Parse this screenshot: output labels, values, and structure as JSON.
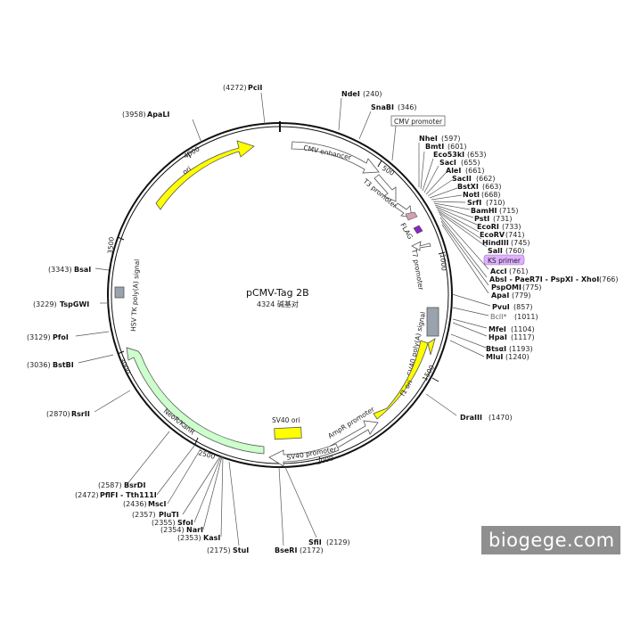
{
  "plasmid": {
    "name": "pCMV-Tag 2B",
    "size_label": "4324 碱基对"
  },
  "ticks": [
    "500",
    "1000",
    "1500",
    "2000",
    "2500",
    "3000",
    "3500",
    "4000"
  ],
  "features": {
    "cmv_promoter": "CMV promoter",
    "cmv_enhancer": "CMV enhancer",
    "t3_promoter": "T3 promoter",
    "flag": "FLAG",
    "t7_promoter": "T7 promoter",
    "ks_primer": "KS primer",
    "sv40_polya": "SV40 poly(A) signal",
    "f1_ori": "f1 ori",
    "sv40_ori": "SV40 ori",
    "ampr_promoter": "AmpR promoter",
    "sv40_promoter": "SV40 promoter",
    "neo_kan": "NeoR/KanR",
    "hsv_tk_polya": "HSV TK poly(A) signal",
    "ori": "ori"
  },
  "sites": {
    "pcii": {
      "name": "PciI",
      "pos": "(4272)"
    },
    "ndei": {
      "name": "NdeI",
      "pos": "(240)"
    },
    "snabi": {
      "name": "SnaBI",
      "pos": "(346)"
    },
    "apali": {
      "name": "ApaLI",
      "pos": "(3958)"
    },
    "nhei": {
      "name": "NheI",
      "pos": "(597)"
    },
    "bmti": {
      "name": "BmtI",
      "pos": "(601)"
    },
    "eco53ki": {
      "name": "Eco53kI",
      "pos": "(653)"
    },
    "saci": {
      "name": "SacI",
      "pos": "(655)"
    },
    "alei": {
      "name": "AleI",
      "pos": "(661)"
    },
    "sacii": {
      "name": "SacII",
      "pos": "(662)"
    },
    "bstxi": {
      "name": "BstXI",
      "pos": "(663)"
    },
    "noti": {
      "name": "NotI",
      "pos": "(668)"
    },
    "srfi": {
      "name": "SrfI",
      "pos": "(710)"
    },
    "bamhi": {
      "name": "BamHI",
      "pos": "(715)"
    },
    "psti": {
      "name": "PstI",
      "pos": "(731)"
    },
    "ecori": {
      "name": "EcoRI",
      "pos": "(733)"
    },
    "ecorv": {
      "name": "EcoRV",
      "pos": "(741)"
    },
    "hindiii": {
      "name": "HindIII",
      "pos": "(745)"
    },
    "sali": {
      "name": "SalI",
      "pos": "(760)"
    },
    "acci": {
      "name": "AccI",
      "pos": "(761)"
    },
    "absi": {
      "name": "AbsI - PaeR7I - PspXI - XhoI",
      "pos": "(766)"
    },
    "pspomi": {
      "name": "PspOMI",
      "pos": "(775)"
    },
    "apai": {
      "name": "ApaI",
      "pos": "(779)"
    },
    "pvui": {
      "name": "PvuI",
      "pos": "(857)"
    },
    "bcli": {
      "name": "BclI*",
      "pos": "(1011)"
    },
    "mfei": {
      "name": "MfeI",
      "pos": "(1104)"
    },
    "hpai": {
      "name": "HpaI",
      "pos": "(1117)"
    },
    "bstei": {
      "name": "BtsαI",
      "pos": "(1193)"
    },
    "mlui": {
      "name": "MluI",
      "pos": "(1240)"
    },
    "draiii": {
      "name": "DraIII",
      "pos": "(1470)"
    },
    "bsai": {
      "name": "BsaI",
      "pos": "(3343)"
    },
    "tspgwi": {
      "name": "TspGWI",
      "pos": "(3229)"
    },
    "pfoi": {
      "name": "PfoI",
      "pos": "(3129)"
    },
    "bstbi": {
      "name": "BstBI",
      "pos": "(3036)"
    },
    "rsrii": {
      "name": "RsrII",
      "pos": "(2870)"
    },
    "bsrdi": {
      "name": "BsrDI",
      "pos": "(2587)"
    },
    "pflfi": {
      "name": "PflFI - Tth111I",
      "pos": "(2472)"
    },
    "msci": {
      "name": "MscI",
      "pos": "(2436)"
    },
    "pluti": {
      "name": "PluTI",
      "pos": "(2357)"
    },
    "sfoi": {
      "name": "SfoI",
      "pos": "(2355)"
    },
    "nari": {
      "name": "NarI",
      "pos": "(2354)"
    },
    "kasi": {
      "name": "KasI",
      "pos": "(2353)"
    },
    "stui": {
      "name": "StuI",
      "pos": "(2175)"
    },
    "bseri": {
      "name": "BseRI",
      "pos": "(2172)"
    },
    "sfii": {
      "name": "SfiI",
      "pos": "(2129)"
    }
  },
  "watermark": "biogege.com",
  "colors": {
    "ori": "#ffff00",
    "f1_ori": "#ffff00",
    "neo_kan": "#ccffcc",
    "ks_primer": "#e0b0ff",
    "flag_pink": "#d4a0b0",
    "flag_purple": "#8e24c8"
  }
}
